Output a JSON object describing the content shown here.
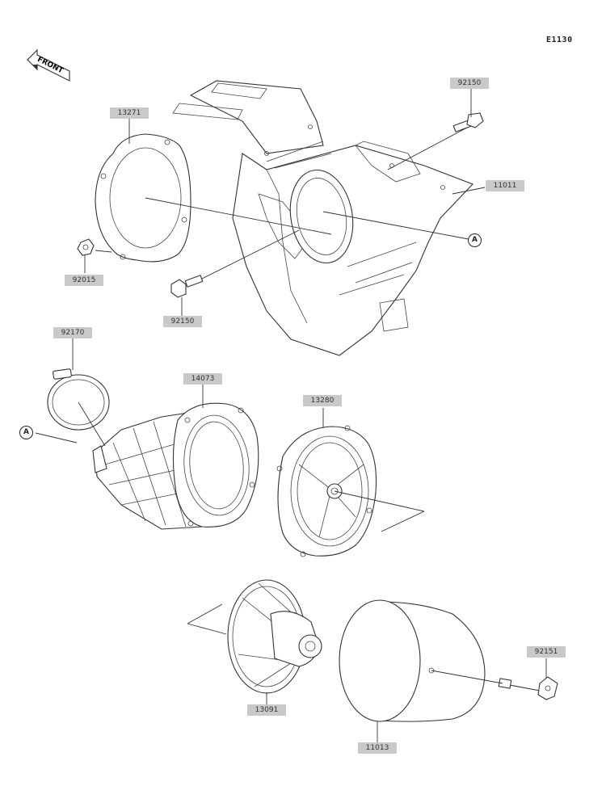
{
  "diagram_code": "E1130",
  "front_label": "FRONT",
  "callout_letter": "A",
  "parts": [
    {
      "id": "13271",
      "label": "13271"
    },
    {
      "id": "92150a",
      "label": "92150"
    },
    {
      "id": "11011",
      "label": "11011"
    },
    {
      "id": "92015",
      "label": "92015"
    },
    {
      "id": "92150b",
      "label": "92150"
    },
    {
      "id": "92170",
      "label": "92170"
    },
    {
      "id": "14073",
      "label": "14073"
    },
    {
      "id": "13280",
      "label": "13280"
    },
    {
      "id": "13091",
      "label": "13091"
    },
    {
      "id": "92151",
      "label": "92151"
    },
    {
      "id": "11013",
      "label": "11013"
    }
  ],
  "colors": {
    "line": "#333333",
    "label_bg": "#c9c9c9"
  }
}
